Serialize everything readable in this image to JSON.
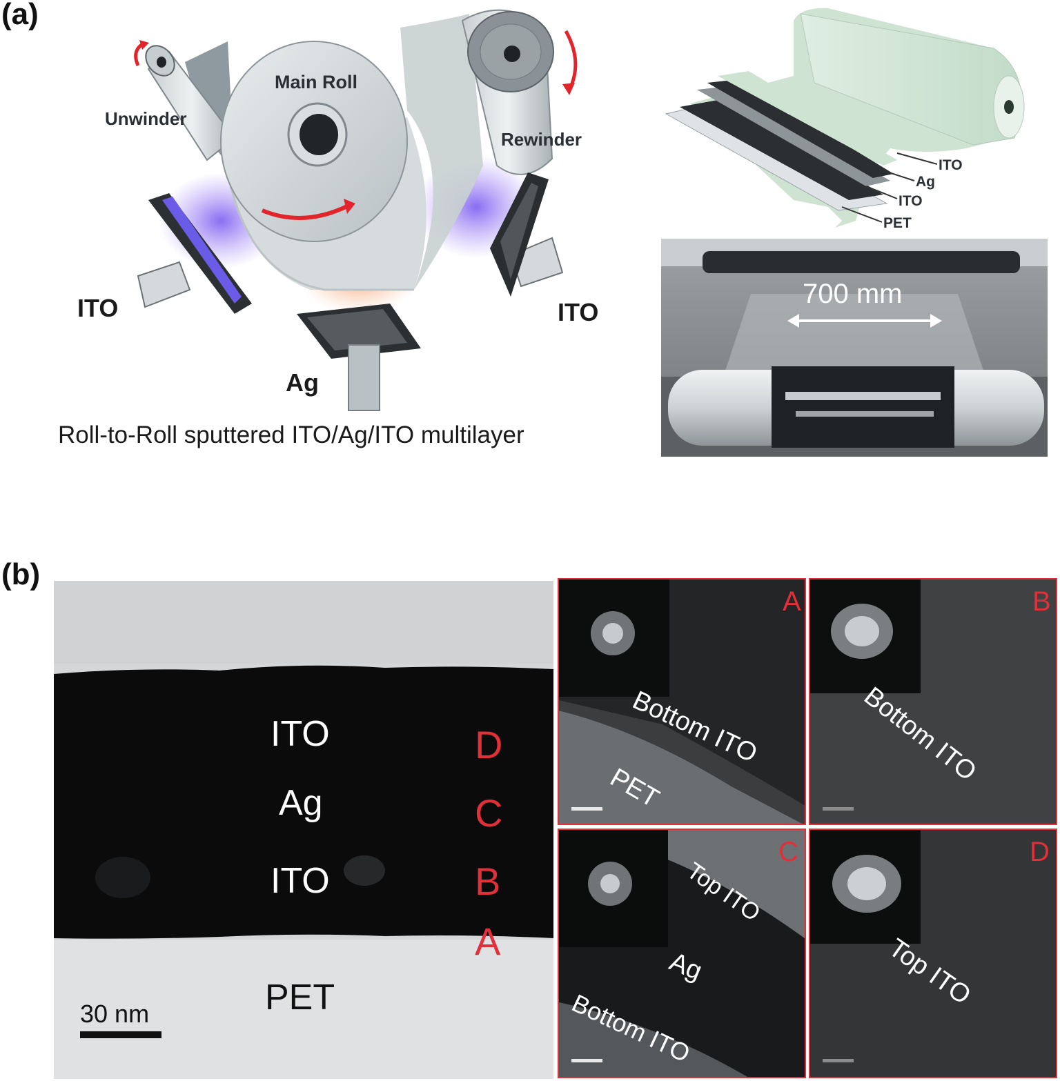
{
  "panel_a": {
    "label": "(a)",
    "main_roll": "Main Roll",
    "unwinder": "Unwinder",
    "rewinder": "Rewinder",
    "target_left": "ITO",
    "target_right": "ITO",
    "target_bottom": "Ag",
    "caption": "Roll-to-Roll sputtered ITO/Ag/ITO multilayer",
    "layers": [
      "ITO",
      "Ag",
      "ITO",
      "PET"
    ],
    "photo_dimension": "700 mm"
  },
  "panel_b": {
    "label": "(b)",
    "tem_layers": [
      "ITO",
      "Ag",
      "ITO",
      "PET"
    ],
    "region_letters": [
      "D",
      "C",
      "B",
      "A"
    ],
    "scale_bar": "30 nm",
    "insets": [
      {
        "letter": "A",
        "labels": [
          "Bottom ITO",
          "PET"
        ]
      },
      {
        "letter": "B",
        "labels": [
          "Bottom ITO"
        ]
      },
      {
        "letter": "C",
        "labels": [
          "Top ITO",
          "Ag",
          "Bottom ITO"
        ]
      },
      {
        "letter": "D",
        "labels": [
          "Top ITO"
        ]
      }
    ]
  },
  "colors": {
    "arrow_red": "#e2242b",
    "plasma_purple": "#7c5cf0",
    "plasma_orange": "#f2935a",
    "inset_border": "#e0303a"
  }
}
